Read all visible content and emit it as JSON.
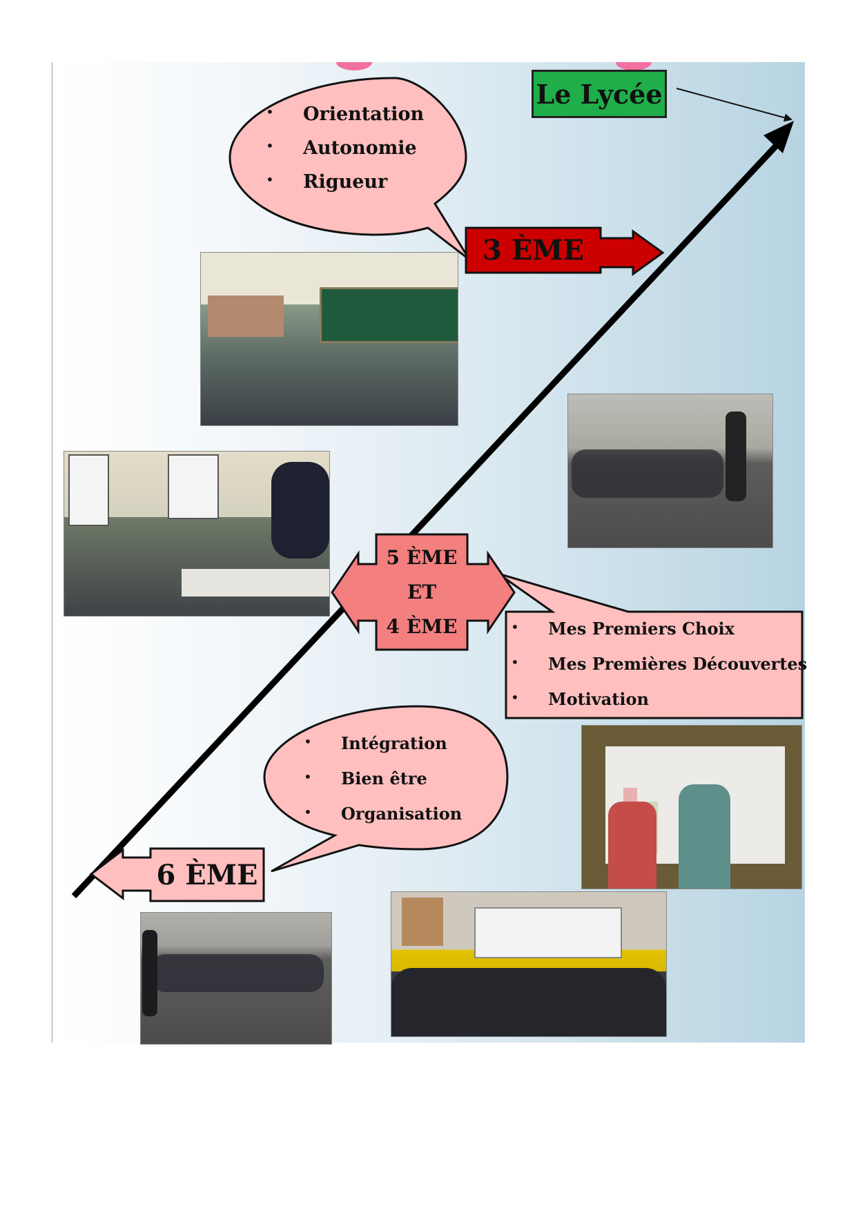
{
  "lycee": "Le Lycée",
  "stage3": {
    "label": "3 ÈME",
    "bullets": [
      "Orientation",
      "Autonomie",
      "Rigueur"
    ]
  },
  "stage54": {
    "line1": "5 ÈME",
    "line2": "ET",
    "line3": "4 ÈME",
    "bullets": [
      "Mes Premiers Choix",
      "Mes Premières Découvertes",
      "Motivation"
    ]
  },
  "stage6": {
    "label": "6 ÈME",
    "bullets": [
      "Intégration",
      "Bien être",
      "Organisation"
    ]
  },
  "colors": {
    "lycee_bg": "#1fae4a",
    "stage3_bg": "#cc0000",
    "pink_fill": "#ffbfbf",
    "pink_dark": "#f47f7f"
  },
  "photos": [
    {
      "name": "classroom-3eme-photo"
    },
    {
      "name": "gym-seated-photo"
    },
    {
      "name": "classroom-54-photo"
    },
    {
      "name": "whiteboard-photo"
    },
    {
      "name": "gym-6eme-photo"
    },
    {
      "name": "classroom-presentation-photo"
    }
  ]
}
